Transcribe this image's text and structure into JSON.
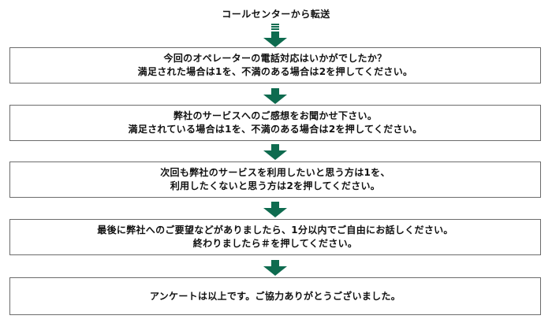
{
  "flow": {
    "title": "コールセンターから転送",
    "steps": [
      {
        "line1": "今回のオペレーターの電話対応はいかがでしたか？",
        "line2": "満足された場合は1を、不満のある場合は2を押してください。"
      },
      {
        "line1": "弊社のサービスへのご感想をお聞かせ下さい。",
        "line2": "満足されている場合は1を、不満のある場合は2を押してください。"
      },
      {
        "line1": "次回も弊社のサービスを利用したいと思う方は1を、",
        "line2": "利用したくないと思う方は2を押してください。"
      },
      {
        "line1": "最後に弊社へのご要望などがありましたら、1分以内でご自由にお話しください。",
        "line2": "終わりましたら＃を押してください。"
      },
      {
        "line1": "アンケートは以上です。ご協力ありがとうございました。"
      }
    ]
  },
  "colors": {
    "arrow": "#0e6b4f",
    "border": "#6c6c6c"
  }
}
